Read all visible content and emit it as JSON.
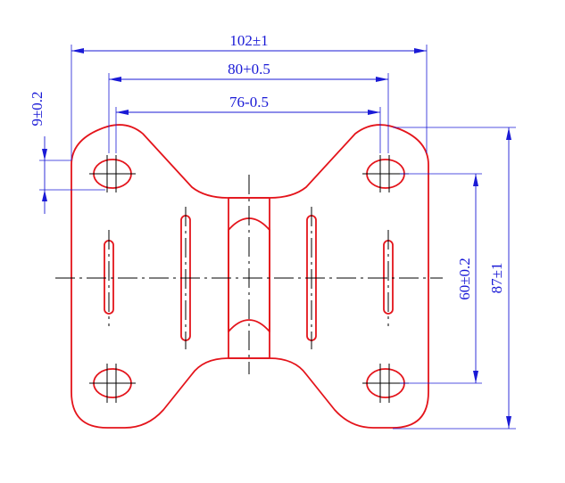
{
  "dimensions": {
    "overall_hole_width": "102±1",
    "inner_hole_width": "80+0.5",
    "slot_span": "76-0.5",
    "hole_offset": "9±0.2",
    "hole_vertical_spacing": "60±0.2",
    "overall_height": "87±1"
  },
  "colors": {
    "part_outline": "#e4141b",
    "dimension": "#1a1ad6",
    "centerline": "#000000"
  }
}
